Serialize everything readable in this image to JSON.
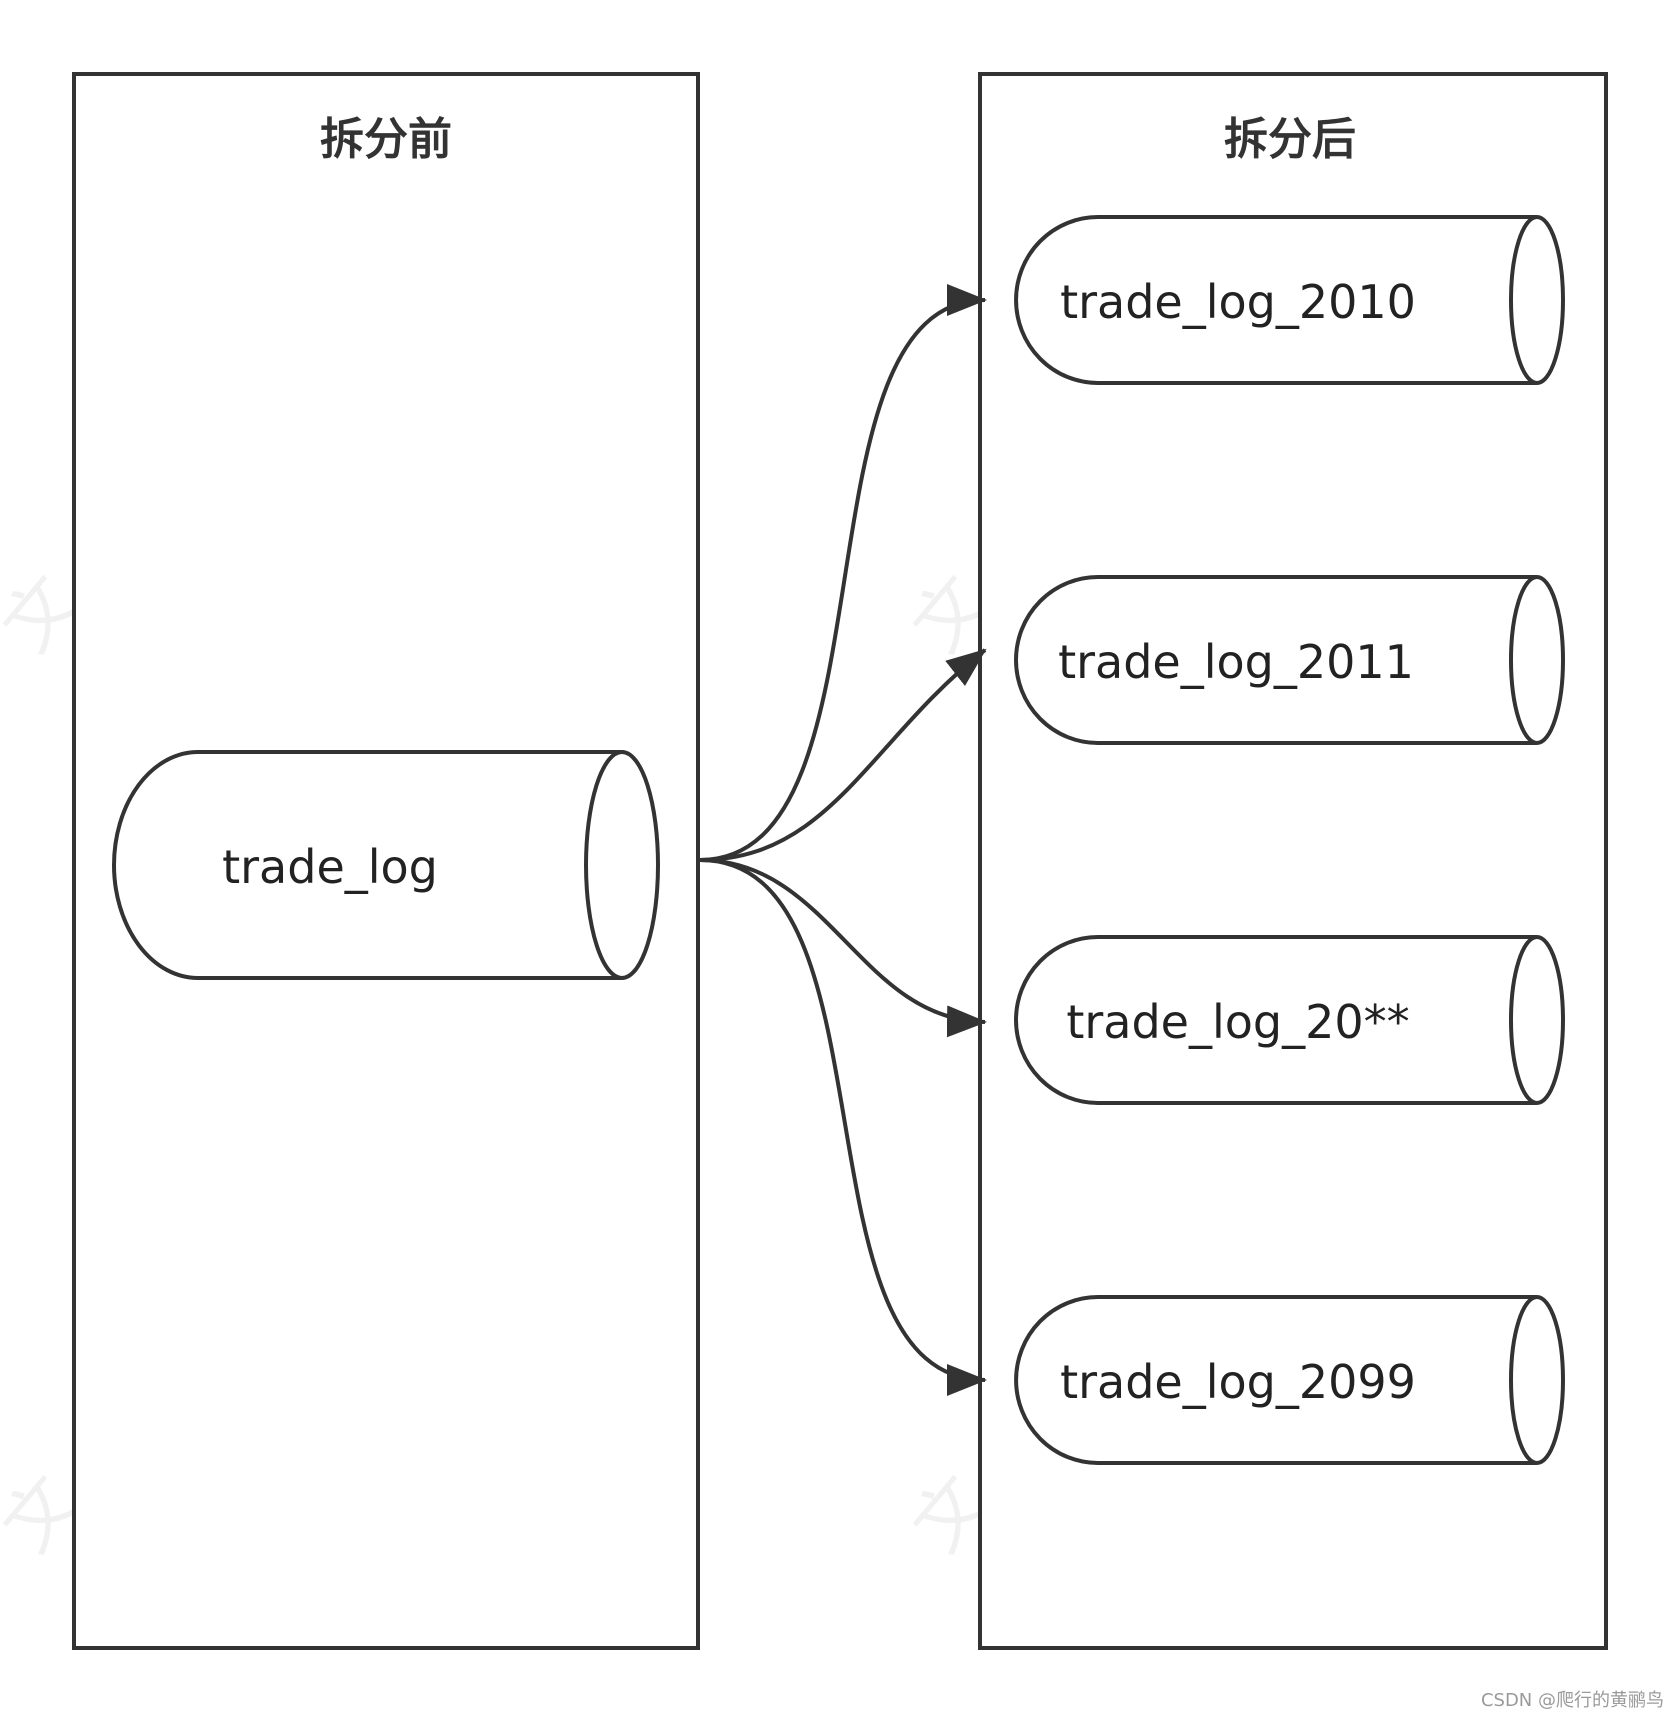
{
  "panels": {
    "before": {
      "title": "拆分前"
    },
    "after": {
      "title": "拆分后"
    }
  },
  "source_table": {
    "label": "trade_log"
  },
  "target_tables": [
    {
      "label": "trade_log_2010"
    },
    {
      "label": "trade_log_2011"
    },
    {
      "label": "trade_log_20**"
    },
    {
      "label": "trade_log_2099"
    }
  ],
  "watermark": {
    "text": "CSDN @爬行的黄鹂鸟"
  },
  "colors": {
    "stroke": "#333333",
    "background": "#ffffff"
  }
}
